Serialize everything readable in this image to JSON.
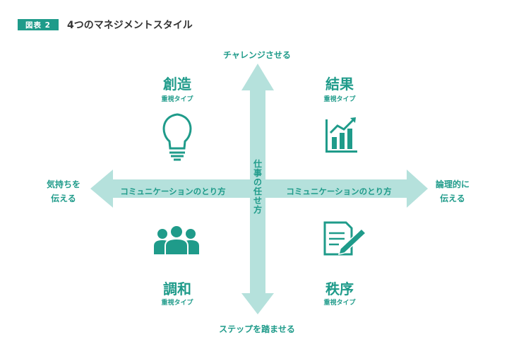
{
  "figure": {
    "badge": "図表 2",
    "title": "4つのマネジメントスタイル"
  },
  "axes": {
    "top": "チャレンジさせる",
    "bottom": "ステップを踏ませる",
    "left_line1": "気持ちを",
    "left_line2": "伝える",
    "right_line1": "論理的に",
    "right_line2": "伝える",
    "center_vertical": "仕事の任せ方",
    "horizontal_left": "コミュニケーションのとり方",
    "horizontal_right": "コミュニケーションのとり方"
  },
  "quadrants": {
    "top_left": {
      "title": "創造",
      "subtitle": "重視タイプ",
      "icon": "lightbulb-icon"
    },
    "top_right": {
      "title": "結果",
      "subtitle": "重視タイプ",
      "icon": "bar-chart-growth-icon"
    },
    "bottom_left": {
      "title": "調和",
      "subtitle": "重視タイプ",
      "icon": "people-group-icon"
    },
    "bottom_right": {
      "title": "秩序",
      "subtitle": "重視タイプ",
      "icon": "document-pen-icon"
    }
  },
  "colors": {
    "accent": "#1f9b8a",
    "arrow_fill": "#b5e1dc"
  }
}
